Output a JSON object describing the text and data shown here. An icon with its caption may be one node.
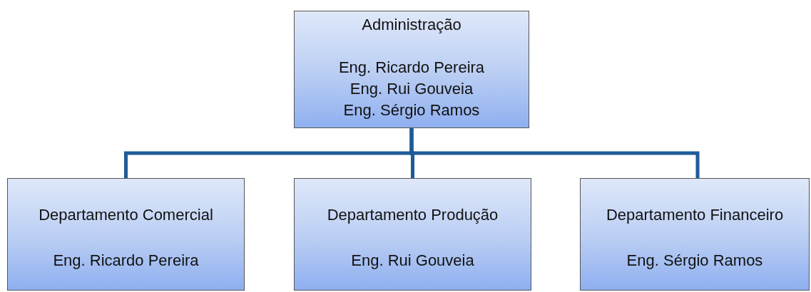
{
  "diagram": {
    "nodes": [
      {
        "text": [
          "Administração",
          "Eng. Ricardo Pereira",
          "Eng. Rui Gouveia",
          "Eng. Sérgio Ramos"
        ]
      },
      {
        "text": [
          "Departamento Comercial",
          "Eng. Ricardo Pereira"
        ]
      },
      {
        "text": [
          "Departamento Produção",
          "Eng. Rui Gouveia"
        ]
      },
      {
        "text": [
          "Departamento Financeiro",
          "Eng. Sérgio Ramos"
        ]
      }
    ],
    "edges": [
      {
        "from": 0,
        "to": 1,
        "arrow": "none"
      },
      {
        "from": 0,
        "to": 2,
        "arrow": "none"
      },
      {
        "from": 0,
        "to": 3,
        "arrow": "none"
      }
    ]
  }
}
